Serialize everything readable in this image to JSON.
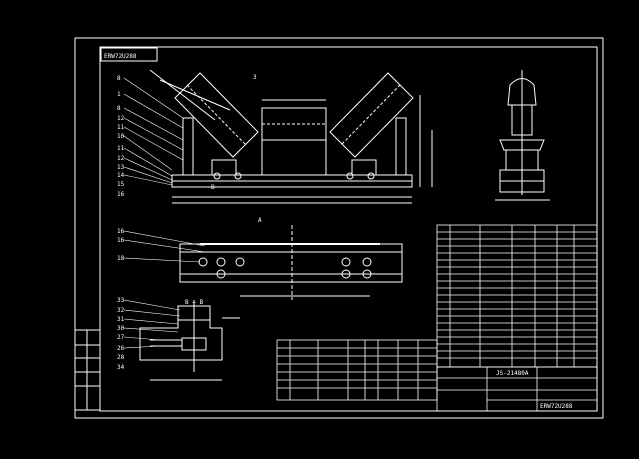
{
  "colors": {
    "background": "#000000",
    "line": "#ffffff",
    "dim_line": "#ffffff"
  },
  "sheet": {
    "top_label": "ERW72U288",
    "title_block_code": "ERW72U288",
    "title_block_number": "JS-21480A"
  },
  "section_label": "B — B",
  "callouts": {
    "left_upper": [
      "8",
      "1",
      "8",
      "12",
      "11",
      "10",
      "11",
      "12",
      "13",
      "14",
      "15",
      "16"
    ],
    "left_lower_plan": [
      "16",
      "16",
      "18"
    ],
    "left_section": [
      "33",
      "32",
      "31",
      "30",
      "27",
      "26",
      "28",
      "34"
    ]
  },
  "marks": {
    "view_a": "A",
    "view_b": "B",
    "note_top": "3"
  },
  "parts_table": {
    "rows": 21,
    "cols": 6
  },
  "bom_table": {
    "rows": 7,
    "cols": 8
  }
}
